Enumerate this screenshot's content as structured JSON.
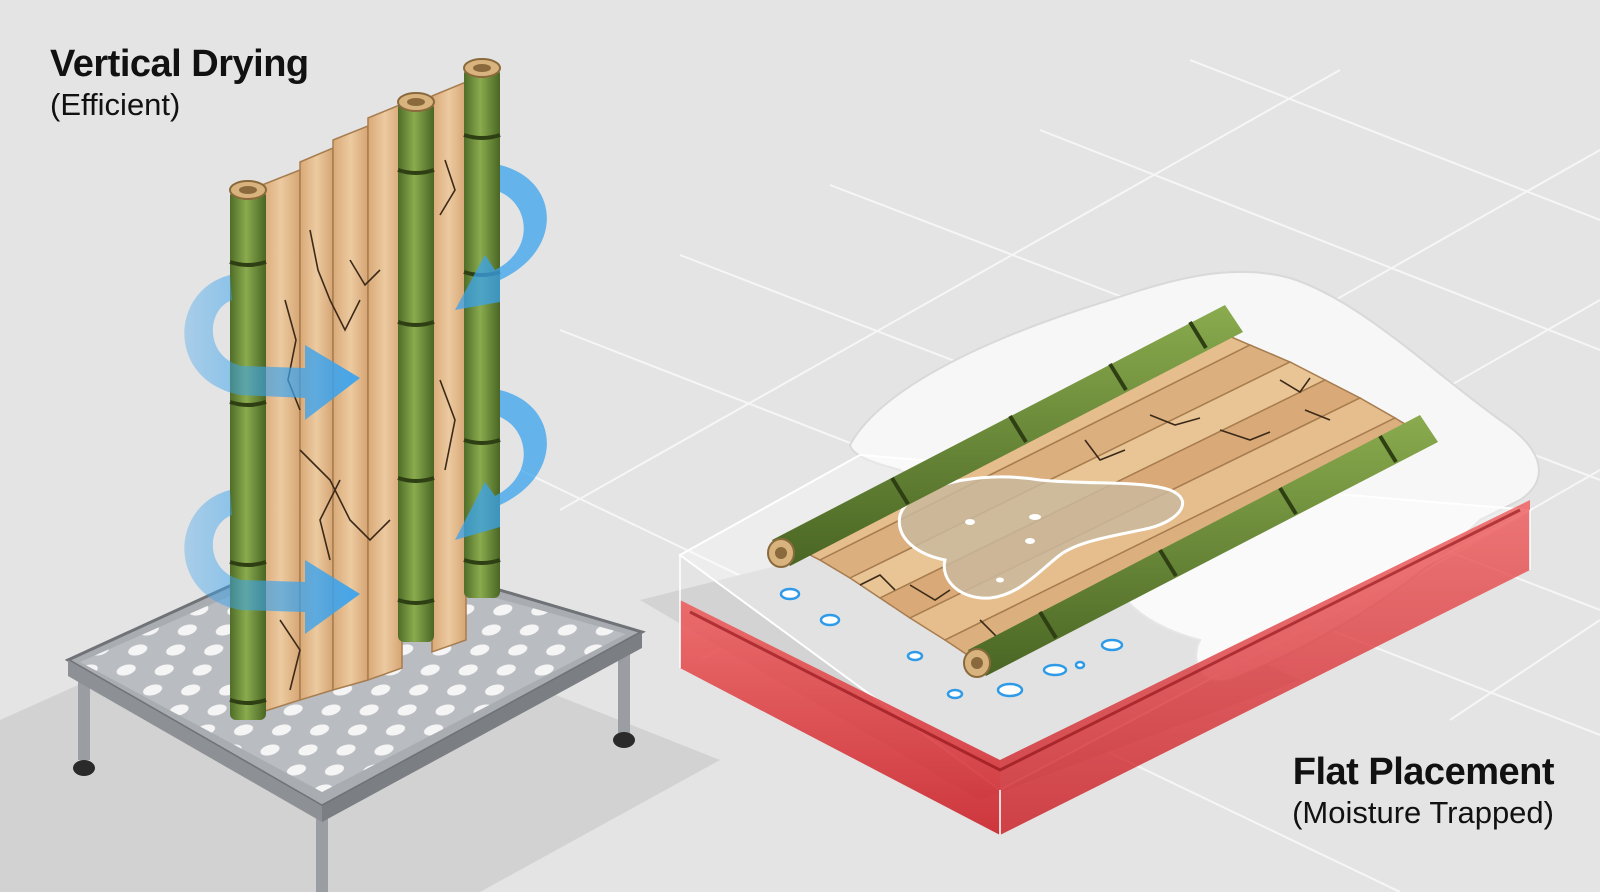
{
  "labels": {
    "vertical": {
      "title": "Vertical Drying",
      "subtitle": "(Efficient)"
    },
    "flat": {
      "title": "Flat Placement",
      "subtitle": "(Moisture Trapped)"
    }
  },
  "colors": {
    "background": "#e4e4e4",
    "bamboo_green": "#6e8f3a",
    "wood": "#e2b98a",
    "airflow_arrow": "#3aa3ee",
    "rack_metal": "#a9acb0",
    "water_red": "#d9242a",
    "towel": "#f7f7f7"
  },
  "icons": [
    "airflow-arrow-icon",
    "perforated-rack-icon",
    "water-droplet-icon"
  ]
}
